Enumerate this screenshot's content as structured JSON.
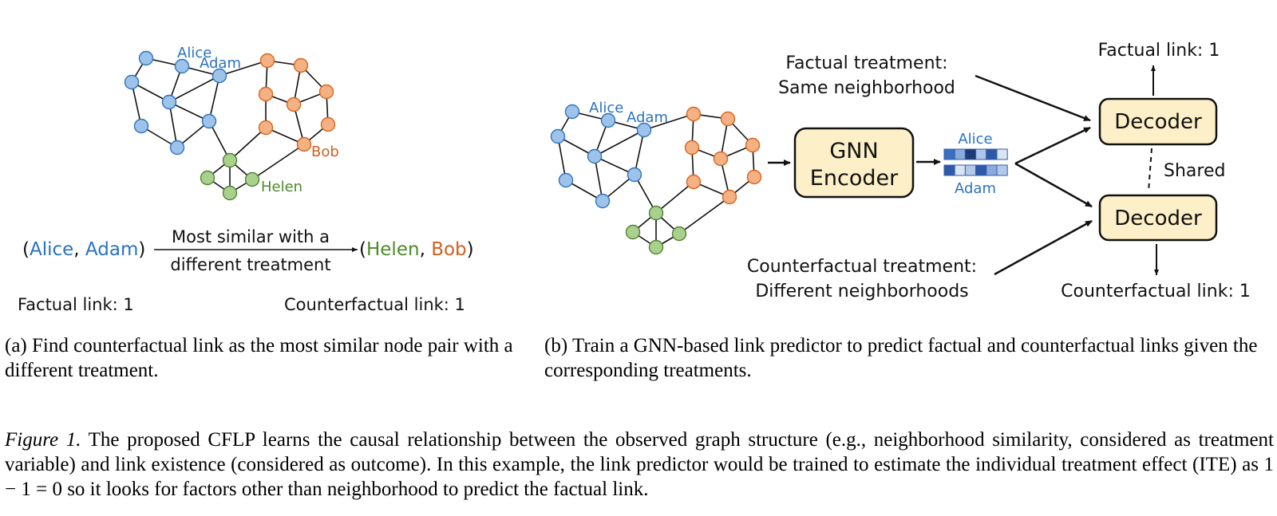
{
  "colors": {
    "blue_node": "#9ec3ea",
    "blue_stroke": "#2f74c0",
    "blue_text": "#2a72c0",
    "orange_node": "#f4b183",
    "orange_stroke": "#d9651e",
    "orange_text": "#d06020",
    "green_node": "#a9d18e",
    "green_stroke": "#548235",
    "green_text": "#4e8a2a",
    "box_fill": "#fdf0c8",
    "box_stroke": "#111111",
    "edge": "#111111"
  },
  "panel_a": {
    "graph_labels": {
      "alice": "Alice",
      "adam": "Adam",
      "bob": "Bob",
      "helen": "Helen"
    },
    "relation": {
      "open_paren": "(",
      "src_a": "Alice",
      "comma1": ", ",
      "src_b": "Adam",
      "close_paren": ")",
      "arrow_top": "Most similar with a",
      "arrow_bottom": "different treatment",
      "dst_a": "Helen",
      "comma2": ", ",
      "dst_b": "Bob"
    },
    "factual_link": "Factual link: 1",
    "counterfactual_link": "Counterfactual link: 1",
    "caption": "(a) Find counterfactual link as the most similar node pair with a different treatment."
  },
  "panel_b": {
    "graph_labels": {
      "alice": "Alice",
      "adam": "Adam"
    },
    "encoder_line1": "GNN",
    "encoder_line2": "Encoder",
    "embedding_labels": {
      "top": "Alice",
      "bottom": "Adam"
    },
    "embeddings": {
      "alice": [
        "#3b6fc4",
        "#8aaadc",
        "#1f3a78",
        "#afc4e8",
        "#2f58a8",
        "#dbe4f5"
      ],
      "adam": [
        "#2f58a8",
        "#dbe4f5",
        "#b4c8ea",
        "#2f58a8",
        "#8aaadc",
        "#b4c8ea"
      ]
    },
    "factual_treatment_line1": "Factual treatment:",
    "factual_treatment_line2": "Same neighborhood",
    "counterfactual_treatment_line1": "Counterfactual treatment:",
    "counterfactual_treatment_line2": "Different neighborhoods",
    "decoder_top": "Decoder",
    "decoder_bottom": "Decoder",
    "shared_label": "Shared",
    "factual_link": "Factual link: 1",
    "counterfactual_link": "Counterfactual link: 1",
    "caption": "(b) Train a GNN-based link predictor to predict factual and counterfactual links given the corresponding treatments."
  },
  "figure_caption": {
    "label": "Figure 1.",
    "text": " The proposed CFLP learns the causal relationship between the observed graph structure (e.g., neighborhood similarity, considered as treatment variable) and link existence (considered as outcome). In this example, the link predictor would be trained to estimate the individual treatment effect (ITE) as 1 − 1 = 0 so it looks for factors other than neighborhood to predict the factual link."
  }
}
